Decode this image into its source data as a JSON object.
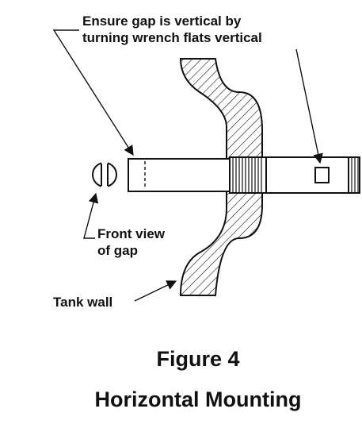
{
  "callouts": {
    "gap_instruction_line1": "Ensure gap is vertical by",
    "gap_instruction_line2": "turning wrench flats vertical",
    "front_view_line1": "Front view",
    "front_view_line2": "of gap",
    "tank_wall": "Tank wall"
  },
  "caption": {
    "figure_number": "Figure 4",
    "title": "Horizontal Mounting"
  },
  "colors": {
    "ink": "#111111",
    "background": "#ffffff"
  }
}
